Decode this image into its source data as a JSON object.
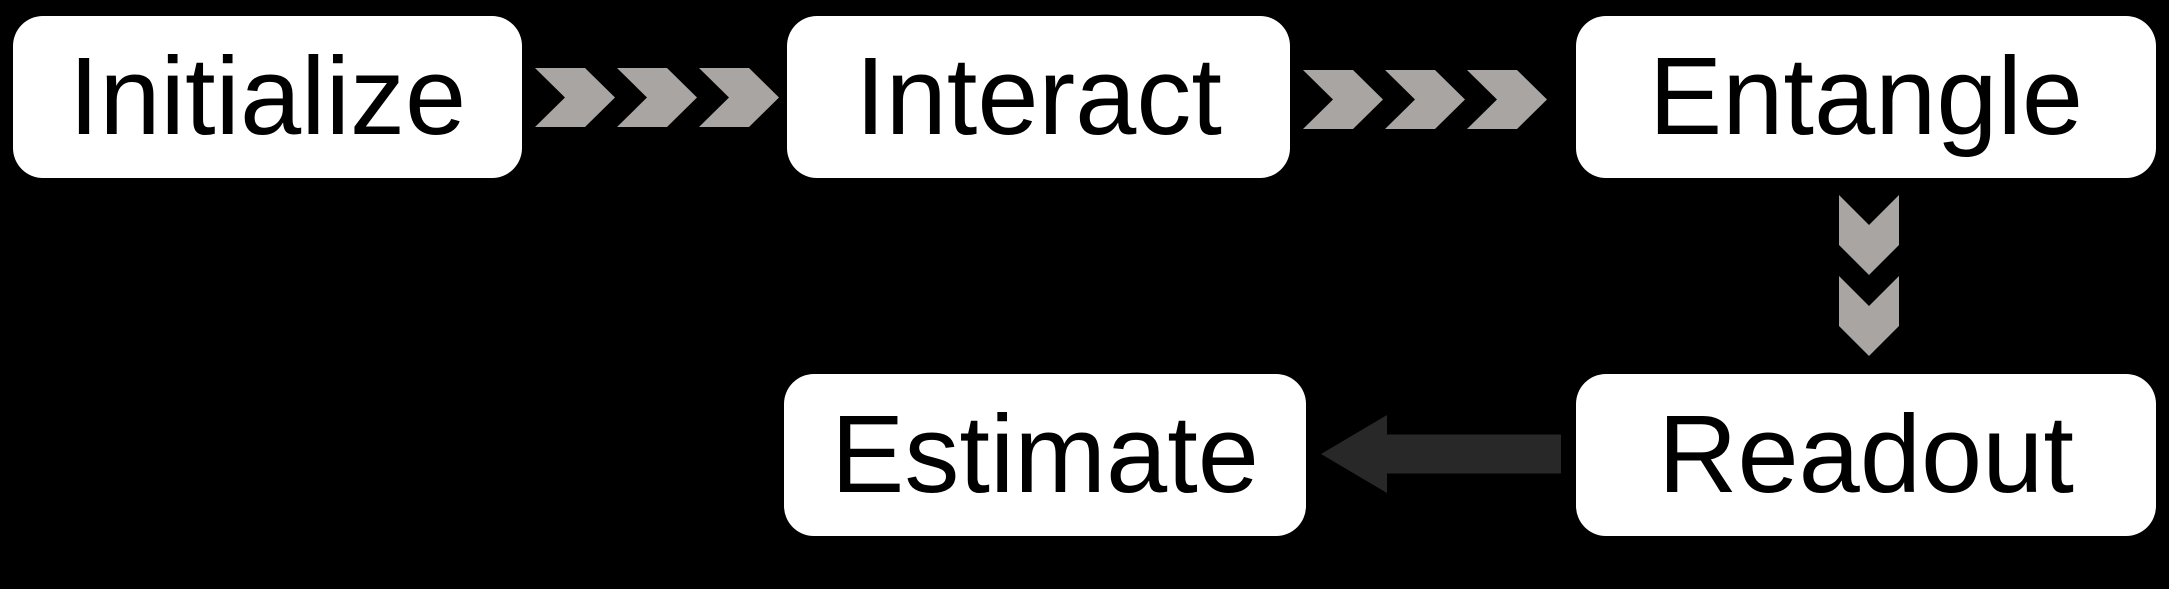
{
  "diagram": {
    "type": "flowchart",
    "background_color": "#000000",
    "node_fill_color": "#ffffff",
    "node_text_color": "#000000",
    "chevron_color": "#a8a5a2",
    "block_arrow_color": "#282828",
    "nodes": [
      {
        "id": "initialize",
        "label": "Initialize"
      },
      {
        "id": "interact",
        "label": "Interact"
      },
      {
        "id": "entangle",
        "label": "Entangle"
      },
      {
        "id": "readout",
        "label": "Readout"
      },
      {
        "id": "estimate",
        "label": "Estimate"
      }
    ],
    "connectors": [
      {
        "from": "Initialize",
        "to": "Interact",
        "style": "triple-chevron",
        "direction": "right"
      },
      {
        "from": "Interact",
        "to": "Entangle",
        "style": "triple-chevron",
        "direction": "right"
      },
      {
        "from": "Entangle",
        "to": "Readout",
        "style": "double-chevron",
        "direction": "down"
      },
      {
        "from": "Readout",
        "to": "Estimate",
        "style": "block-arrow",
        "direction": "left"
      }
    ],
    "flow_sequence": [
      "Initialize",
      "Interact",
      "Entangle",
      "Readout",
      "Estimate"
    ]
  }
}
